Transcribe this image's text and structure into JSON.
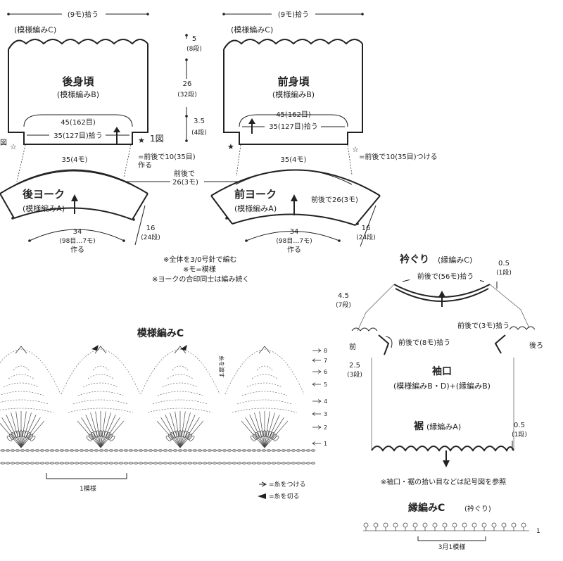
{
  "back_body": {
    "pickup_top": "(9モ)拾う",
    "top_pattern": "(模様編みC)",
    "title": "後身頃",
    "subtitle": "(模様編みB)",
    "width45": "45(162目)",
    "width35": "35(127目)拾う",
    "fig_label": "1図",
    "corner_left": "図"
  },
  "front_body": {
    "pickup_top": "(9モ)拾う",
    "top_pattern": "(模様編みC)",
    "title": "前身頃",
    "subtitle": "(模様編みB)",
    "width45": "45(162目)",
    "width35": "35(127目)拾う"
  },
  "middle_dims": {
    "d5": "5",
    "d5_rows": "(8段)",
    "d26": "26",
    "d26_rows": "(32段)",
    "d35": "3.5",
    "d35_rows": "(4段)"
  },
  "back_notes": {
    "pickup": "=前後で10(35目)",
    "make": "作る",
    "both_front_back": "前後で",
    "yoke_total": "26(3モ)"
  },
  "front_notes": {
    "pickup": "=前後で10(35目)つける"
  },
  "back_yoke": {
    "top_width": "35(4モ)",
    "title": "後ヨーク",
    "subtitle": "(模様編みA)",
    "bottom": "34",
    "bottom_detail": "(98目…7モ)",
    "make": "作る",
    "height": "16",
    "height_rows": "(24段)"
  },
  "front_yoke": {
    "top_width": "35(4モ)",
    "title": "前ヨーク",
    "subtitle": "(模様編みA)",
    "side_note": "前後で26(3モ)",
    "bottom": "34",
    "bottom_detail": "(98目…7モ)",
    "make": "作る",
    "height": "16",
    "height_rows": "(24段)"
  },
  "notes": [
    "※全体を3/0号針で編む",
    "※モ=模様",
    "※ヨークの合印同士は編み続く"
  ],
  "pattern_c": {
    "title": "模様編みC",
    "repeat_label": "1模様",
    "yarn_pass": "糸を渡す",
    "legend_attach": "=糸をつける",
    "legend_cut": "=糸を切る",
    "row_numbers": [
      "8",
      "7",
      "6",
      "5",
      "4",
      "3",
      "2",
      "1"
    ]
  },
  "assembly": {
    "neck_title": "衿ぐり",
    "neck_sub": "(縁編みC)",
    "neck_pick": "前後で(56モ)拾う",
    "neck_h": "0.5",
    "neck_h_rows": "(1段)",
    "left_h": "4.5",
    "left_h_rows": "(7段)",
    "right_pick": "前後で(3モ)拾う",
    "mid_pick": "前後で(8モ)拾う",
    "front_label": "前",
    "back_label": "後ろ",
    "left2_h": "2.5",
    "left2_h_rows": "(3段)",
    "sleeve_title": "袖口",
    "sleeve_sub": "(模様編みB・D)+(縁編みB)",
    "hem_title": "裾",
    "hem_sub": "(縁編みA)",
    "hem_h": "0.5",
    "hem_h_rows": "(1段)",
    "ref_note": "※袖口・裾の拾い目などは記号図を参照"
  },
  "edge_c": {
    "title": "縁編みC",
    "sub": "(衿ぐり)",
    "row": "1",
    "repeat_label": "3月1模様"
  },
  "colors": {
    "ink": "#222222",
    "background": "#ffffff"
  }
}
